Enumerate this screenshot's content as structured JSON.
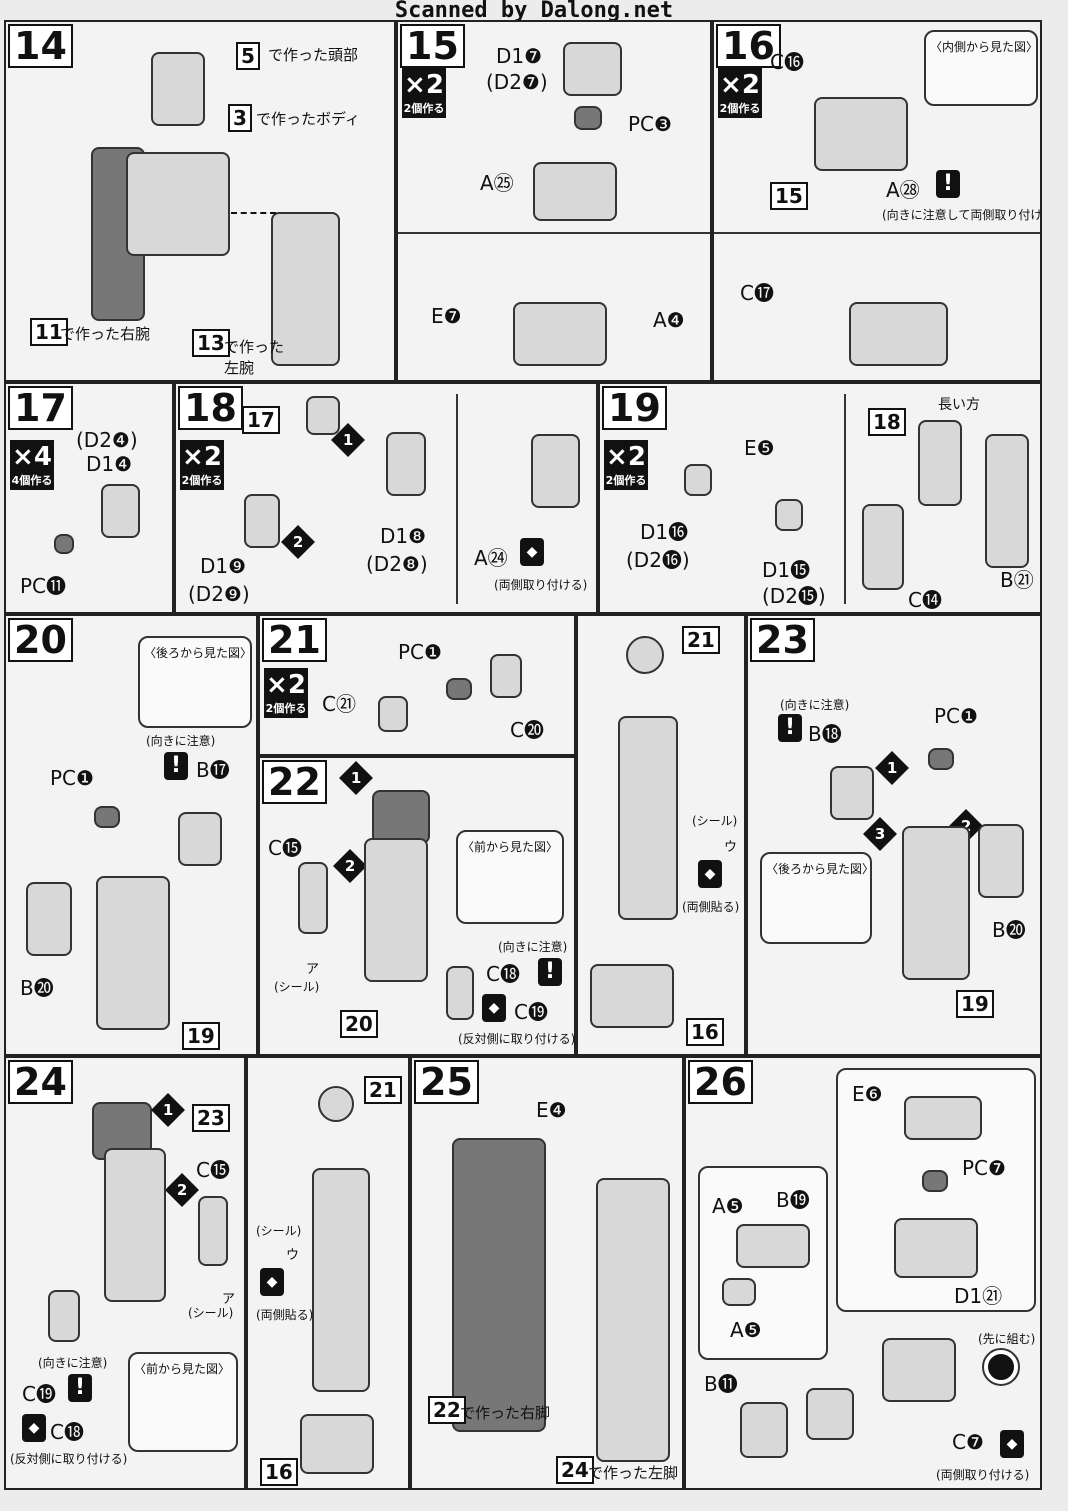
{
  "header": "Scanned by Dalong.net",
  "steps": {
    "s14": {
      "num": "14",
      "head_ref": "5",
      "head_txt": "で作った頭部",
      "body_ref": "3",
      "body_txt": "で作ったボディ",
      "rarm_ref": "11",
      "rarm_txt": "で作った右腕",
      "larm_ref": "13",
      "larm_txt": "で作った",
      "larm_txt2": "左腕"
    },
    "s15": {
      "num": "15",
      "mult": "×2",
      "mult_txt": "2個作る",
      "p1": "D1❼",
      "p1b": "(D2❼)",
      "p2": "PC❸",
      "p3": "A㉕",
      "p4": "E❼",
      "p5": "A❹"
    },
    "s16": {
      "num": "16",
      "mult": "×2",
      "mult_txt": "2個作る",
      "p1": "C⓰",
      "inner": "〈内側から見た図〉",
      "ref": "15",
      "p2": "A㉘",
      "note": "(向きに注意して両側取り付ける)",
      "p3": "C⓱"
    },
    "s17": {
      "num": "17",
      "mult": "×4",
      "mult_txt": "4個作る",
      "p1": "(D2❹)",
      "p1b": "D1❹",
      "p2": "PC⓫"
    },
    "s18": {
      "num": "18",
      "mult": "×2",
      "mult_txt": "2個作る",
      "ref": "17",
      "p1": "D1❾",
      "p1b": "(D2❾)",
      "p2": "D1❽",
      "p2b": "(D2❽)",
      "p3": "A㉔",
      "note": "(両側取り付ける)"
    },
    "s19": {
      "num": "19",
      "mult": "×2",
      "mult_txt": "2個作る",
      "p1": "E❺",
      "p2": "D1⓰",
      "p2b": "(D2⓰)",
      "p3": "D1⓯",
      "p3b": "(D2⓯)",
      "ref": "18",
      "long": "長い方",
      "p4": "C⓮",
      "p5": "B㉑"
    },
    "s20": {
      "num": "20",
      "back": "〈後ろから見た図〉",
      "caution": "(向きに注意)",
      "p1": "B⓱",
      "p2": "PC❶",
      "p3": "B⓴",
      "ref": "19"
    },
    "s21": {
      "num": "21",
      "mult": "×2",
      "mult_txt": "2個作る",
      "p1": "PC❶",
      "p2": "C㉑",
      "p3": "C⓴"
    },
    "s22": {
      "num": "22",
      "p1": "C⓯",
      "front": "〈前から見た図〉",
      "caution": "(向きに注意)",
      "p2": "C⓲",
      "p3": "C⓳",
      "seal": "(シール)",
      "seal_a": "ア",
      "note": "(反対側に取り付ける)",
      "ref": "20"
    },
    "s22b": {
      "ref_top": "21",
      "seal": "(シール)",
      "seal_u": "ウ",
      "note": "(両側貼る)",
      "ref_bot": "16"
    },
    "s23": {
      "num": "23",
      "caution": "(向きに注意)",
      "p1": "B⓲",
      "p2": "PC❶",
      "back": "〈後ろから見た図〉",
      "p3": "B⓴",
      "ref": "19"
    },
    "s24": {
      "num": "24",
      "ref": "23",
      "p1": "C⓯",
      "seal": "(シール)",
      "seal_a": "ア",
      "caution": "(向きに注意)",
      "p2": "C⓳",
      "p3": "C⓲",
      "front": "〈前から見た図〉",
      "note": "(反対側に取り付ける)",
      "ref_top": "21",
      "seal2": "(シール)",
      "seal_u": "ウ",
      "note2": "(両側貼る)",
      "ref_bot": "16"
    },
    "s25": {
      "num": "25",
      "p1": "E❹",
      "rleg_ref": "22",
      "rleg_txt": "で作った右脚",
      "lleg_ref": "24",
      "lleg_txt": "で作った左脚"
    },
    "s26": {
      "num": "26",
      "p1": "E❻",
      "p2": "PC❼",
      "p3": "D1㉑",
      "p4": "A❺",
      "p5": "B⓳",
      "p6": "A❺",
      "first": "(先に組む)",
      "p7": "B⓫",
      "p8": "C❼",
      "note": "(両側取り付ける)"
    }
  }
}
